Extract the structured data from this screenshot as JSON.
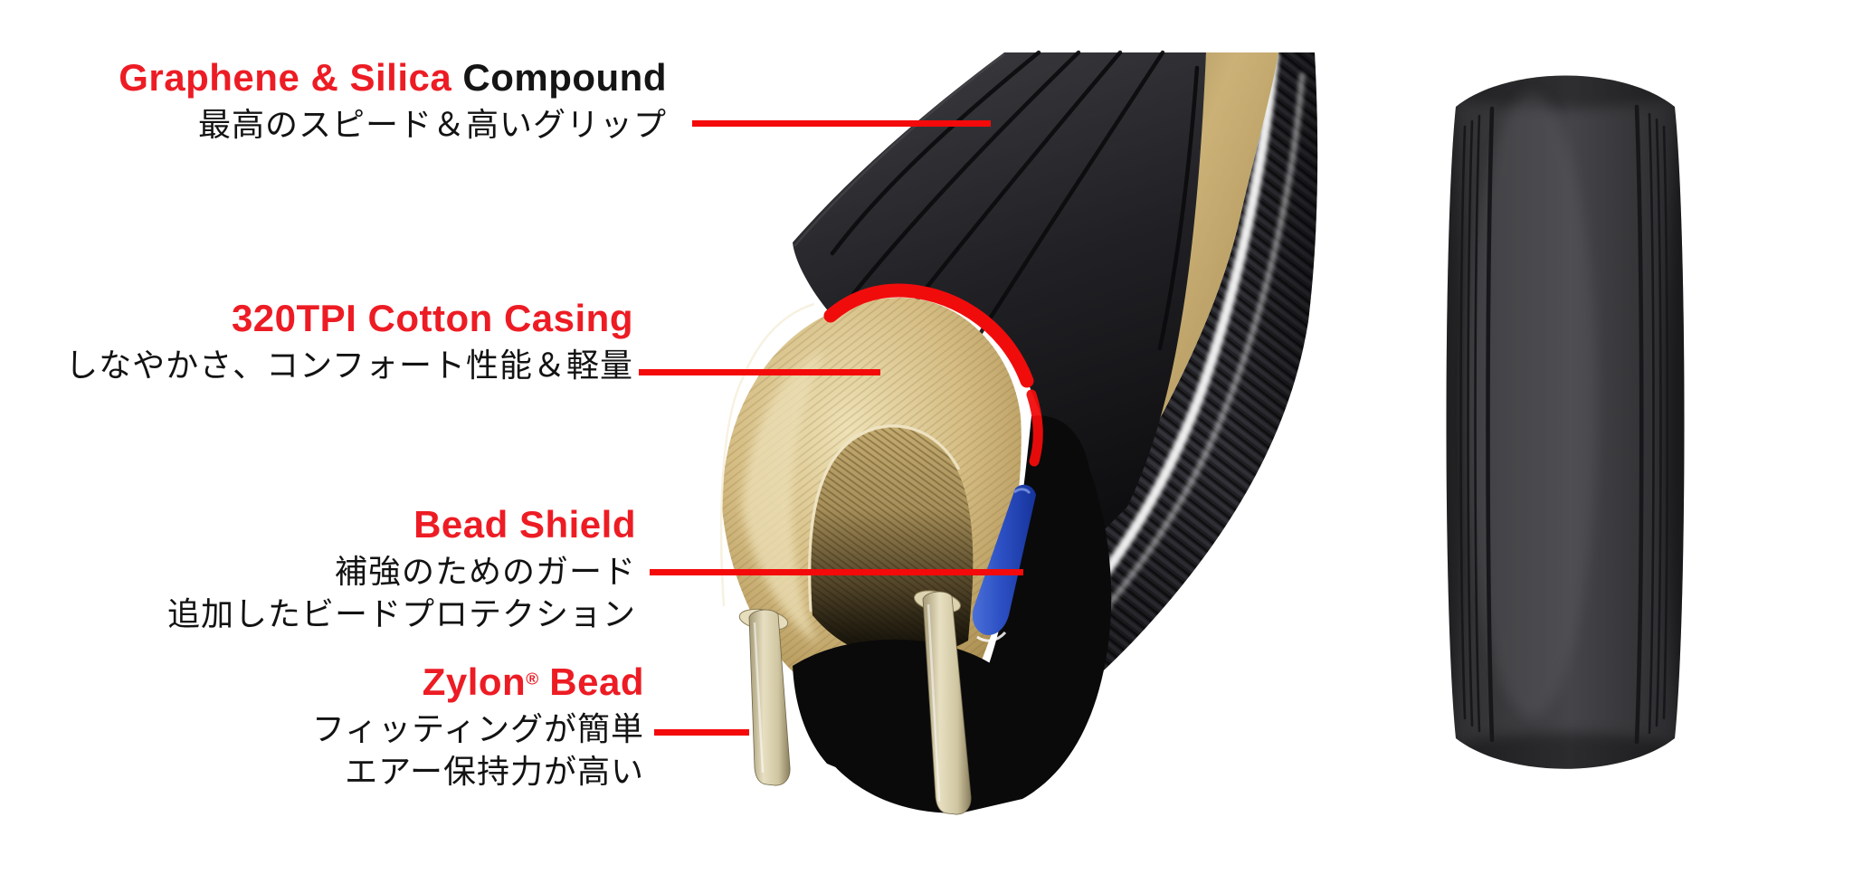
{
  "page": {
    "background": "#ffffff",
    "description_language": "ja"
  },
  "colors": {
    "accent_red": "#ed1c24",
    "leader_line_red": "#f40a0a",
    "title_black": "#151515",
    "jp_text": "#131313",
    "casing_tan": "#c9af72",
    "casing_highlight": "#ecdfb2",
    "bead_shield_blue": "#2f55cc",
    "bead_beige": "#ddd5b8",
    "tread_black": "#202023",
    "carbon_weave": "#26262a"
  },
  "callouts": [
    {
      "id": "compound",
      "title_accent": "Graphene & Silica",
      "title_rest": " Compound",
      "jp_lines": [
        "最高のスピード＆高いグリップ"
      ]
    },
    {
      "id": "casing",
      "title_accent": "320TPI Cotton Casing",
      "title_rest": "",
      "jp_lines": [
        "しなやかさ、コンフォート性能＆軽量"
      ]
    },
    {
      "id": "bead_shield",
      "title_accent": "Bead Shield",
      "title_rest": "",
      "jp_lines": [
        "補強のためのガード",
        "追加したビードプロテクション"
      ]
    },
    {
      "id": "zylon_bead",
      "title_accent": "Zylon",
      "title_sup": "®",
      "title_accent2": " Bead",
      "title_rest": "",
      "jp_lines": [
        "フィッティングが簡単",
        "エアー保持力が高い"
      ]
    }
  ]
}
